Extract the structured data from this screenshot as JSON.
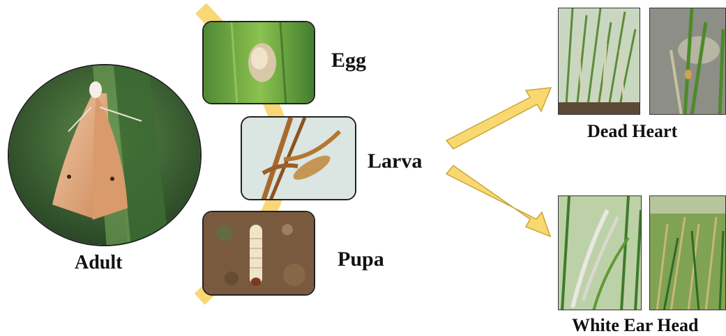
{
  "stages": {
    "adult": "Adult",
    "egg": "Egg",
    "larva": "Larva",
    "pupa": "Pupa"
  },
  "symptoms": {
    "dead_heart": "Dead Heart",
    "white_ear_head": "White Ear Head"
  },
  "colors": {
    "arrow_fill": "#f9d870",
    "arrow_stroke": "#c9a53a",
    "cycle_path": "#f8d774",
    "label_text": "#111111"
  }
}
